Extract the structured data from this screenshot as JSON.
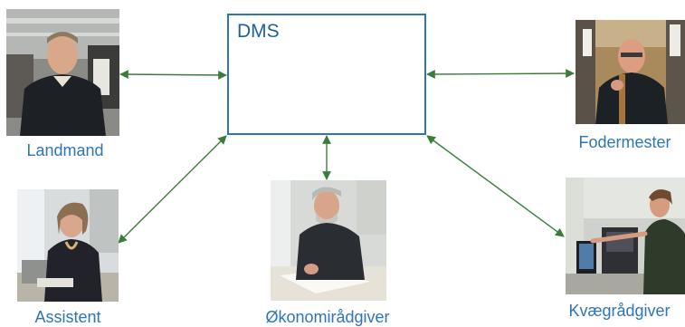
{
  "center": {
    "label": "DMS"
  },
  "roles": {
    "landmand": {
      "label": "Landmand",
      "icon": "farmer-photo"
    },
    "fodermester": {
      "label": "Fodermester",
      "icon": "feed-master-photo"
    },
    "assistent": {
      "label": "Assistent",
      "icon": "assistant-photo"
    },
    "okonomiradgiver": {
      "label": "Økonomirådgiver",
      "icon": "economic-advisor-photo"
    },
    "kvaegradgiver": {
      "label": "Kvægrådgiver",
      "icon": "cattle-advisor-photo"
    }
  },
  "colors": {
    "box_border": "#2e75b6",
    "label_text": "#2e75b6",
    "arrow": "#3a7d3a"
  }
}
